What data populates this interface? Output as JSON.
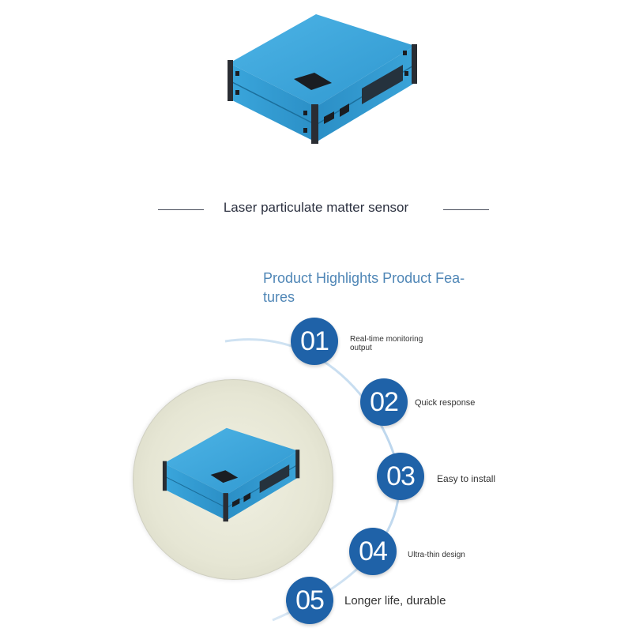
{
  "caption": "Laser particulate matter sensor",
  "highlights": {
    "title_line1": "Product Highlights Product Fea-",
    "title_line2": "tures"
  },
  "features": [
    {
      "number": "01",
      "line1": "Real-time monitoring",
      "line2": "output"
    },
    {
      "number": "02",
      "label": "Quick response"
    },
    {
      "number": "03",
      "label": "Easy to install"
    },
    {
      "number": "04",
      "label": "Ultra-thin design"
    },
    {
      "number": "05",
      "label": "Longer life, durable"
    }
  ],
  "colors": {
    "badge": "#1f62a8",
    "title": "#4f86b6",
    "sensor_body": "#3aa3d8"
  }
}
